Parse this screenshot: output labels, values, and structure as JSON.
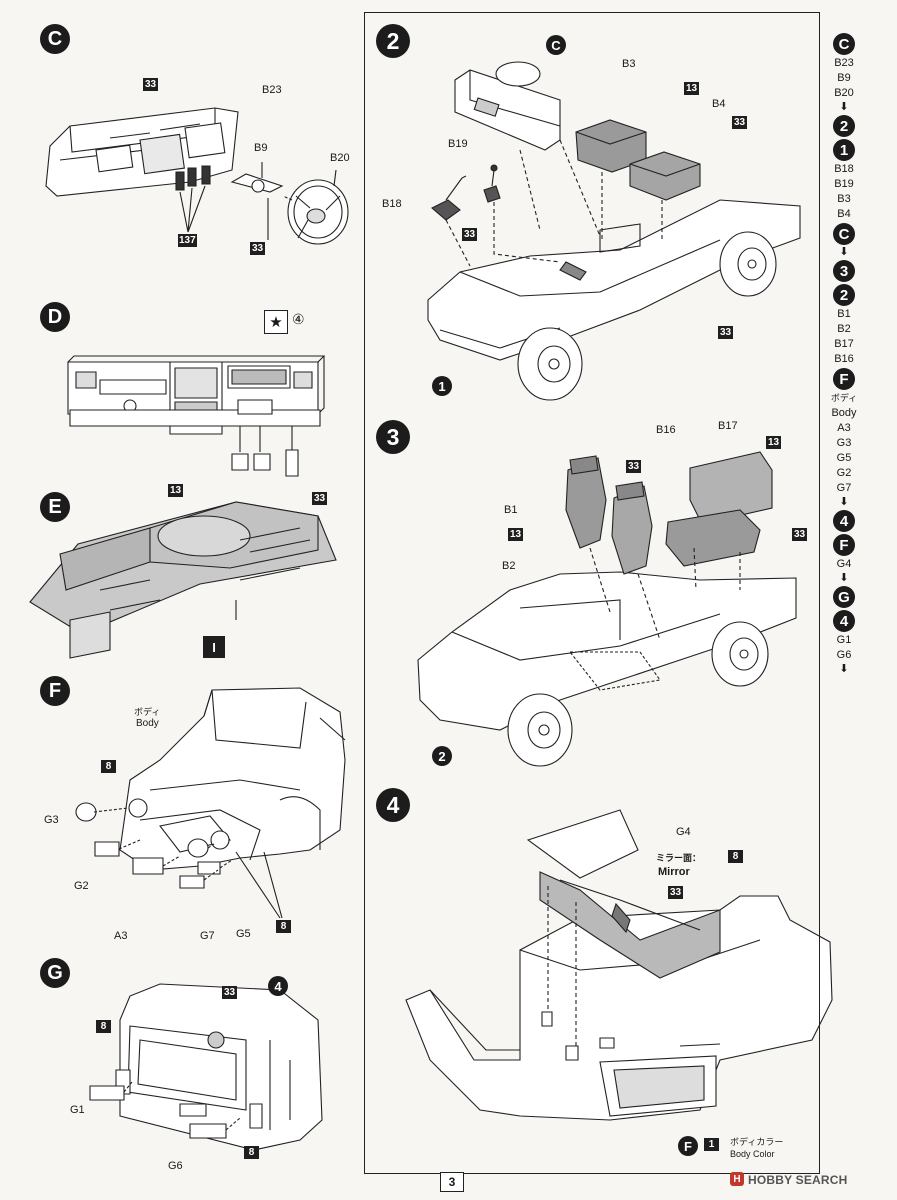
{
  "sections": {
    "C": {
      "badge": "C",
      "labels": {
        "b23": "B23",
        "b9": "B9",
        "b20": "B20"
      },
      "colors": {
        "c33a": "33",
        "c137": "137",
        "c33b": "33"
      }
    },
    "D": {
      "badge": "D",
      "decal": "④",
      "icons": [
        "star-decal-icon"
      ]
    },
    "E": {
      "badge": "E",
      "colors": {
        "c13": "13",
        "c33": "33"
      }
    },
    "F": {
      "badge": "F",
      "body_jp": "ボディ",
      "body_en": "Body",
      "color_mark": "I",
      "labels": {
        "g3": "G3",
        "g2": "G2",
        "a3": "A3",
        "g7": "G7",
        "g5": "G5"
      },
      "colors": {
        "c8a": "8",
        "c8b": "8"
      }
    },
    "G": {
      "badge": "G",
      "ref": "4",
      "labels": {
        "g1": "G1",
        "g6": "G6"
      },
      "colors": {
        "c33": "33",
        "c8a": "8",
        "c8b": "8"
      }
    }
  },
  "steps": {
    "s2": {
      "badge": "2",
      "ref_badge": "C",
      "labels": {
        "b3": "B3",
        "b4": "B4",
        "b19": "B19",
        "b18": "B18"
      },
      "colors": {
        "c13": "13",
        "c33a": "33",
        "c33b": "33",
        "c33c": "33"
      },
      "chassis_ref": "1"
    },
    "s3": {
      "badge": "3",
      "labels": {
        "b16": "B16",
        "b17": "B17",
        "b1": "B1",
        "b2": "B2"
      },
      "colors": {
        "c33a": "33",
        "c13a": "13",
        "c13b": "13",
        "c33b": "33"
      },
      "chassis_ref": "2"
    },
    "s4": {
      "badge": "4",
      "labels": {
        "g4": "G4",
        "mirror_jp": "ミラー面：",
        "mirror_en": "Mirror"
      },
      "colors": {
        "c8": "8",
        "c33": "33",
        "c1": "1"
      },
      "body_color_jp": "ボディカラー",
      "body_color_en": "Body Color",
      "ref_badge": "F"
    }
  },
  "sidebar": [
    {
      "kind": "badge",
      "text": "C"
    },
    {
      "kind": "text",
      "text": "B23"
    },
    {
      "kind": "text",
      "text": "B9"
    },
    {
      "kind": "text",
      "text": "B20"
    },
    {
      "kind": "arrow",
      "text": "⬇"
    },
    {
      "kind": "badge",
      "text": "2"
    },
    {
      "kind": "badge",
      "text": "1"
    },
    {
      "kind": "text",
      "text": "B18"
    },
    {
      "kind": "text",
      "text": "B19"
    },
    {
      "kind": "text",
      "text": "B3"
    },
    {
      "kind": "text",
      "text": "B4"
    },
    {
      "kind": "badge",
      "text": "C"
    },
    {
      "kind": "arrow",
      "text": "⬇"
    },
    {
      "kind": "badge",
      "text": "3"
    },
    {
      "kind": "badge",
      "text": "2"
    },
    {
      "kind": "text",
      "text": "B1"
    },
    {
      "kind": "text",
      "text": "B2"
    },
    {
      "kind": "text",
      "text": "B17"
    },
    {
      "kind": "text",
      "text": "B16"
    },
    {
      "kind": "badge",
      "text": "F"
    },
    {
      "kind": "jp",
      "text": "ボディ"
    },
    {
      "kind": "text",
      "text": "Body"
    },
    {
      "kind": "text",
      "text": "A3"
    },
    {
      "kind": "text",
      "text": "G3"
    },
    {
      "kind": "text",
      "text": "G5"
    },
    {
      "kind": "text",
      "text": "G2"
    },
    {
      "kind": "text",
      "text": "G7"
    },
    {
      "kind": "arrow",
      "text": "⬇"
    },
    {
      "kind": "badge",
      "text": "4"
    },
    {
      "kind": "badge",
      "text": "F"
    },
    {
      "kind": "text",
      "text": "G4"
    },
    {
      "kind": "arrow",
      "text": "⬇"
    },
    {
      "kind": "badge",
      "text": "G"
    },
    {
      "kind": "badge",
      "text": "4"
    },
    {
      "kind": "text",
      "text": "G1"
    },
    {
      "kind": "text",
      "text": "G6"
    },
    {
      "kind": "arrow",
      "text": "⬇"
    }
  ],
  "footer": {
    "page": "3",
    "watermark": "HOBBY SEARCH",
    "watermark_icon": "H"
  }
}
